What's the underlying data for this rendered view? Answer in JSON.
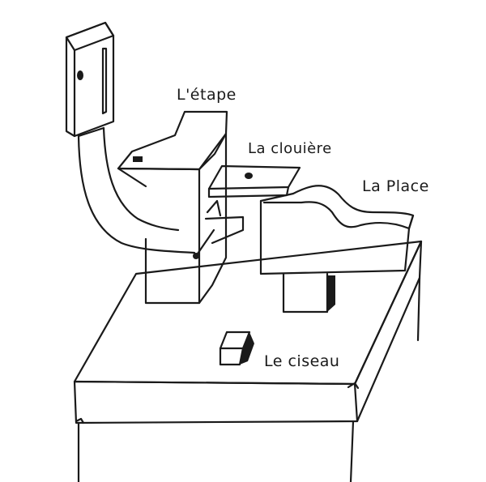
{
  "labels": {
    "etape": "L'étape",
    "clouiere": "La clouière",
    "place": "La Place",
    "ciseau": "Le ciseau"
  },
  "colors": {
    "ink": "#1a1a1a",
    "paper": "#ffffff"
  }
}
